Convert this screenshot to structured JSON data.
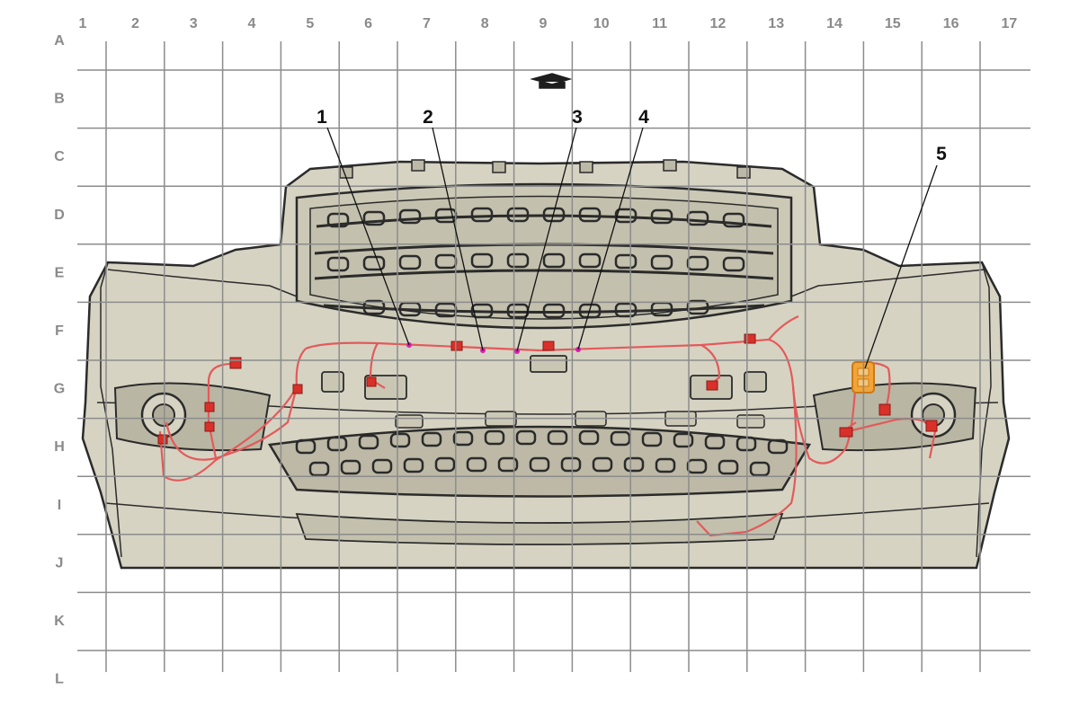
{
  "grid": {
    "columns": [
      "1",
      "2",
      "3",
      "4",
      "5",
      "6",
      "7",
      "8",
      "9",
      "10",
      "11",
      "12",
      "13",
      "14",
      "15",
      "16",
      "17"
    ],
    "rows": [
      "A",
      "B",
      "C",
      "D",
      "E",
      "F",
      "G",
      "H",
      "I",
      "J",
      "K",
      "L"
    ]
  },
  "callouts": [
    {
      "label": "1"
    },
    {
      "label": "2"
    },
    {
      "label": "3"
    },
    {
      "label": "4"
    },
    {
      "label": "5"
    }
  ],
  "colors": {
    "grid_line": "#8c8c8c",
    "label": "#8a8a8a",
    "bumper_fill": "#d6d3c3",
    "outline": "#2b2b2b",
    "harness": "#e35a5a",
    "connector": "#d9302a",
    "marker": "#e01ab5",
    "highlight": "#f2a43a"
  }
}
